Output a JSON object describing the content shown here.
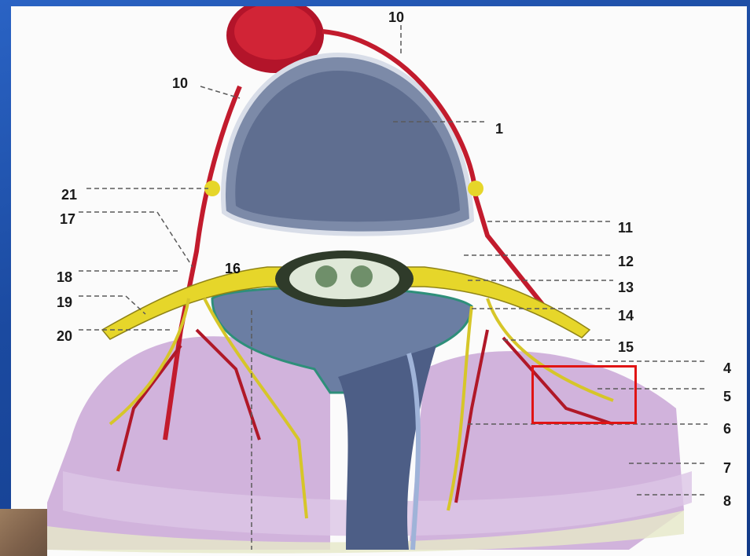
{
  "slide": {
    "background_color": "#1a4fa8",
    "highlight_color": "#e01414"
  },
  "figure": {
    "labels": {
      "l1": "1",
      "l4": "4",
      "l5": "5",
      "l6": "6",
      "l7": "7",
      "l8": "8",
      "l10a": "10",
      "l10b": "10",
      "l11": "11",
      "l12": "12",
      "l13": "13",
      "l14": "14",
      "l15": "15",
      "l16": "16",
      "l17": "17",
      "l18": "18",
      "l19": "19",
      "l20": "20",
      "l21": "21"
    }
  }
}
